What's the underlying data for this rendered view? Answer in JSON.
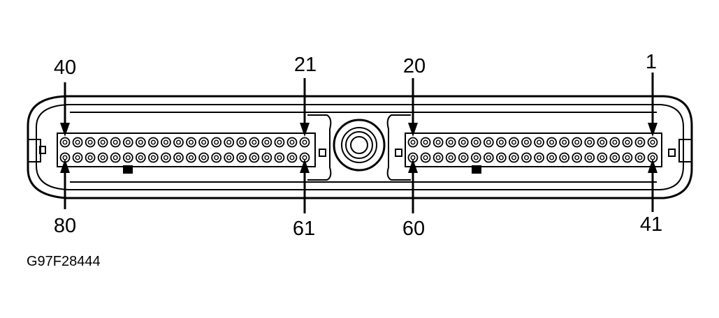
{
  "figure_code": "G97F28444",
  "connector": {
    "left_block": {
      "top_row_pins": "40 to 21",
      "bottom_row_pins": "80 to 61",
      "labels": {
        "top_left": "40",
        "top_right": "21",
        "bottom_left": "80",
        "bottom_right": "61"
      }
    },
    "right_block": {
      "top_row_pins": "20 to 1",
      "bottom_row_pins": "60 to 41",
      "labels": {
        "top_left": "20",
        "top_right": "1",
        "bottom_left": "60",
        "bottom_right": "41"
      }
    }
  }
}
